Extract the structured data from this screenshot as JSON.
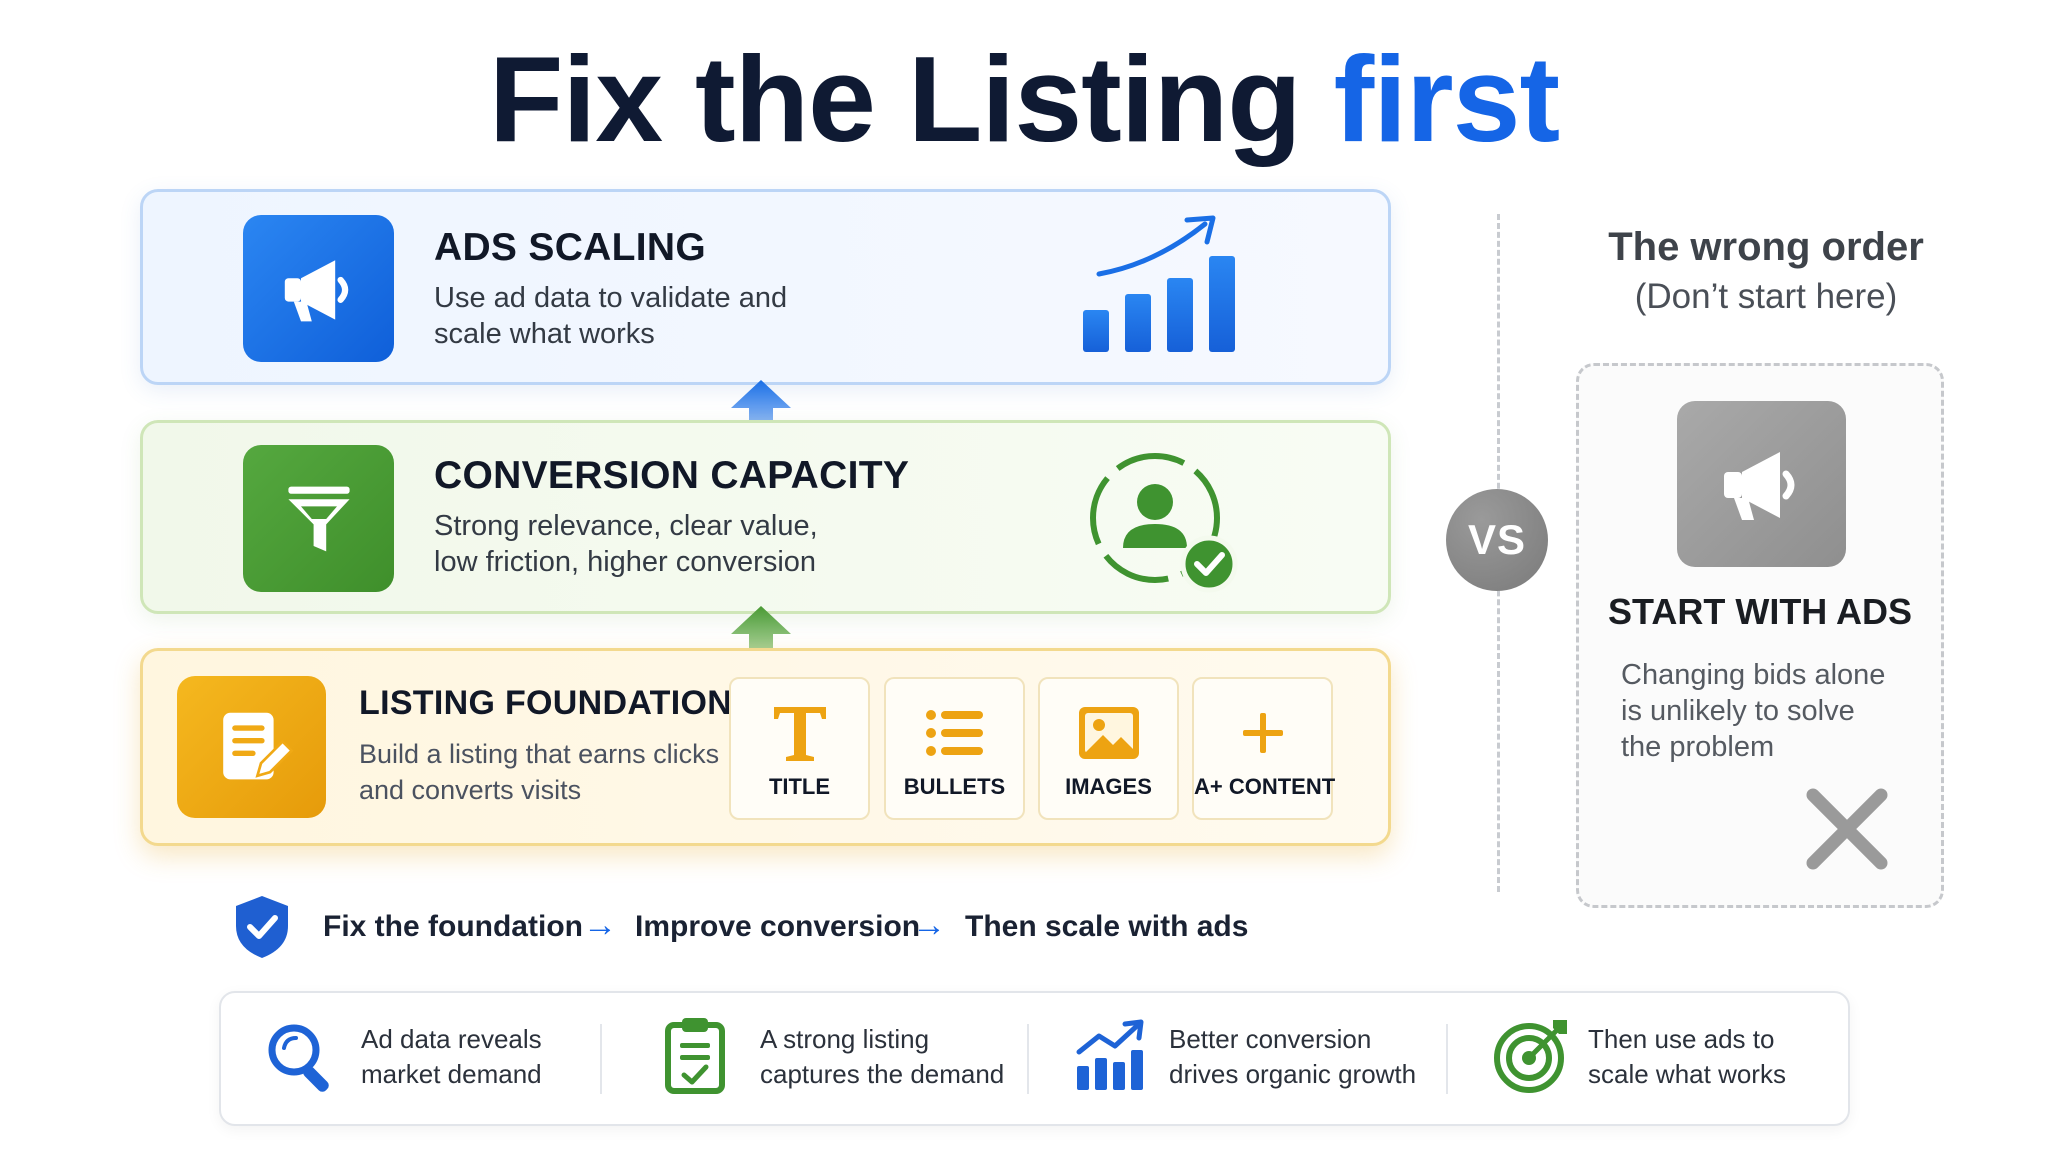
{
  "title": {
    "main": "Fix the Listing",
    "accent": "first"
  },
  "cards": {
    "ads": {
      "title": "ADS SCALING",
      "desc_line1": "Use ad data to validate and",
      "desc_line2": "scale what works",
      "icon": "megaphone-icon",
      "chart_icon": "growth-bar-chart-icon"
    },
    "conversion": {
      "title": "CONVERSION CAPACITY",
      "desc_line1": "Strong relevance, clear value,",
      "desc_line2": "low friction, higher conversion",
      "icon": "funnel-icon",
      "badge_icon": "user-check-icon"
    },
    "listing": {
      "title": "LISTING FOUNDATION",
      "desc_line1": "Build a listing that earns clicks",
      "desc_line2": "and converts visits",
      "icon": "document-edit-icon",
      "items": [
        {
          "label": "TITLE",
          "icon": "text-t-icon"
        },
        {
          "label": "BULLETS",
          "icon": "list-icon"
        },
        {
          "label": "IMAGES",
          "icon": "image-icon"
        },
        {
          "label": "A+ CONTENT",
          "icon": "plus-icon"
        }
      ]
    }
  },
  "flow": {
    "step1": "Fix the foundation",
    "step2": "Improve conversion",
    "step3": "Then scale with ads",
    "arrow": "→"
  },
  "bar": {
    "items": [
      {
        "line1": "Ad data reveals",
        "line2": "market demand",
        "icon": "search-icon"
      },
      {
        "line1": "A strong listing",
        "line2": "captures the demand",
        "icon": "clipboard-check-icon"
      },
      {
        "line1": "Better conversion",
        "line2": "drives organic growth",
        "icon": "trend-chart-icon"
      },
      {
        "line1": "Then use ads to",
        "line2": "scale what works",
        "icon": "target-icon"
      }
    ]
  },
  "wrong": {
    "vs": "VS",
    "title": "The wrong order",
    "subtitle": "(Don’t start here)",
    "box_title": "START WITH ADS",
    "desc_line1": "Changing bids alone",
    "desc_line2": "is unlikely to solve",
    "desc_line3": "the problem",
    "x_icon": "cross-icon"
  },
  "colors": {
    "accent_blue": "#1565e6",
    "green": "#4a9a34",
    "yellow": "#f0a915",
    "grey": "#9a9a9a"
  }
}
